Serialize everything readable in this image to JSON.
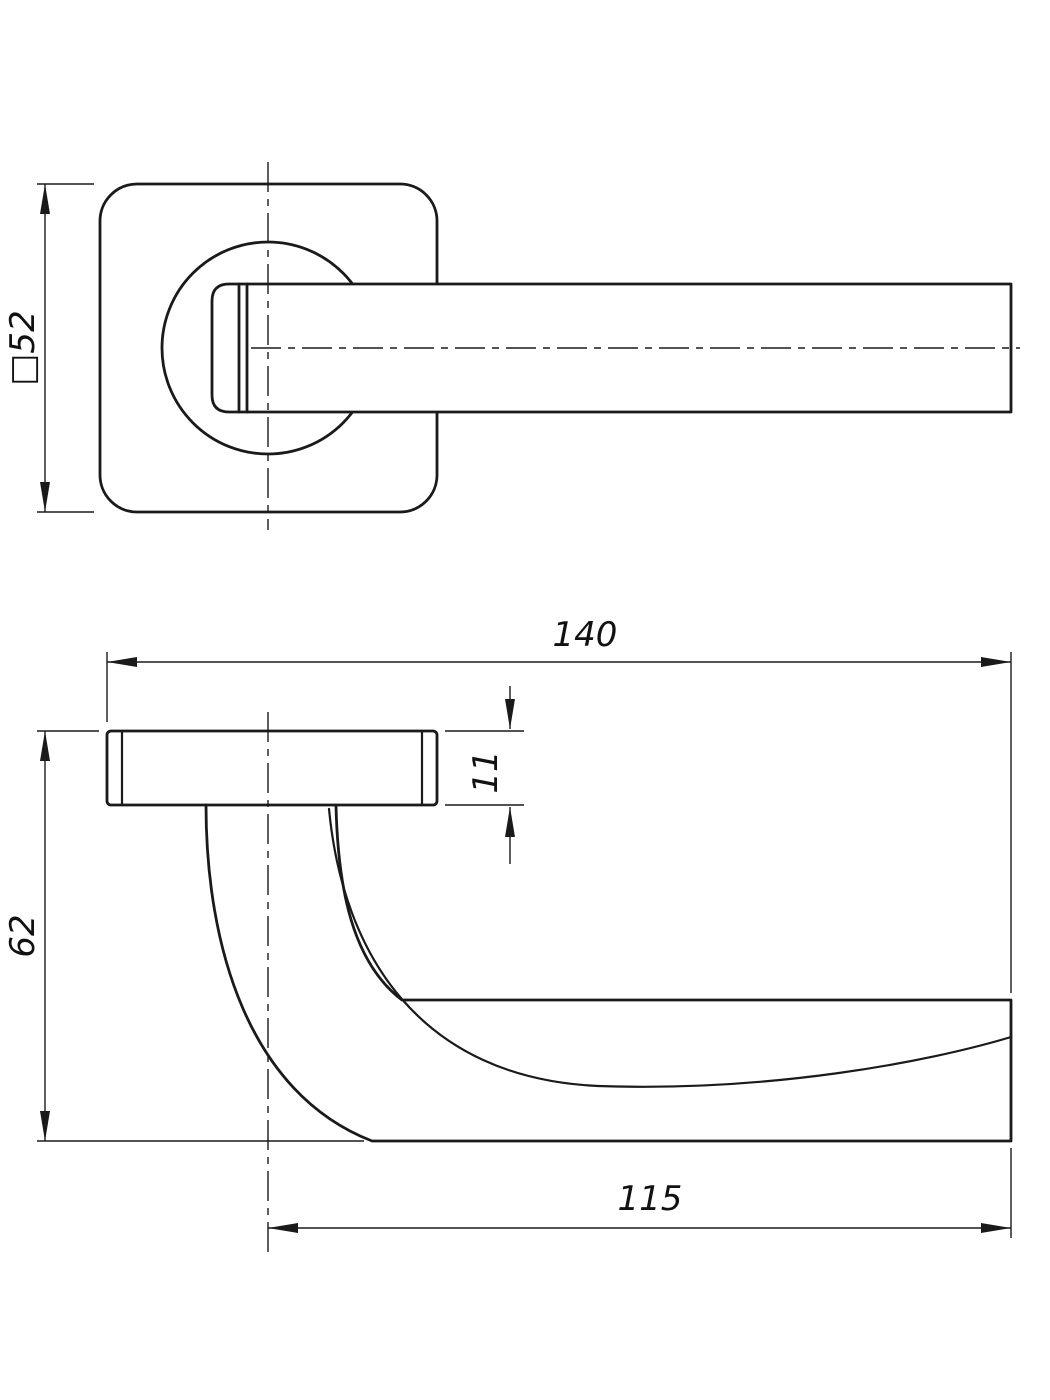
{
  "drawing": {
    "background_color": "#ffffff",
    "line_color": "#1a1a1a"
  },
  "labels": {
    "square_size": "□52",
    "overall_length": "140",
    "rose_thickness": "11",
    "overall_height": "62",
    "lever_length": "115"
  }
}
